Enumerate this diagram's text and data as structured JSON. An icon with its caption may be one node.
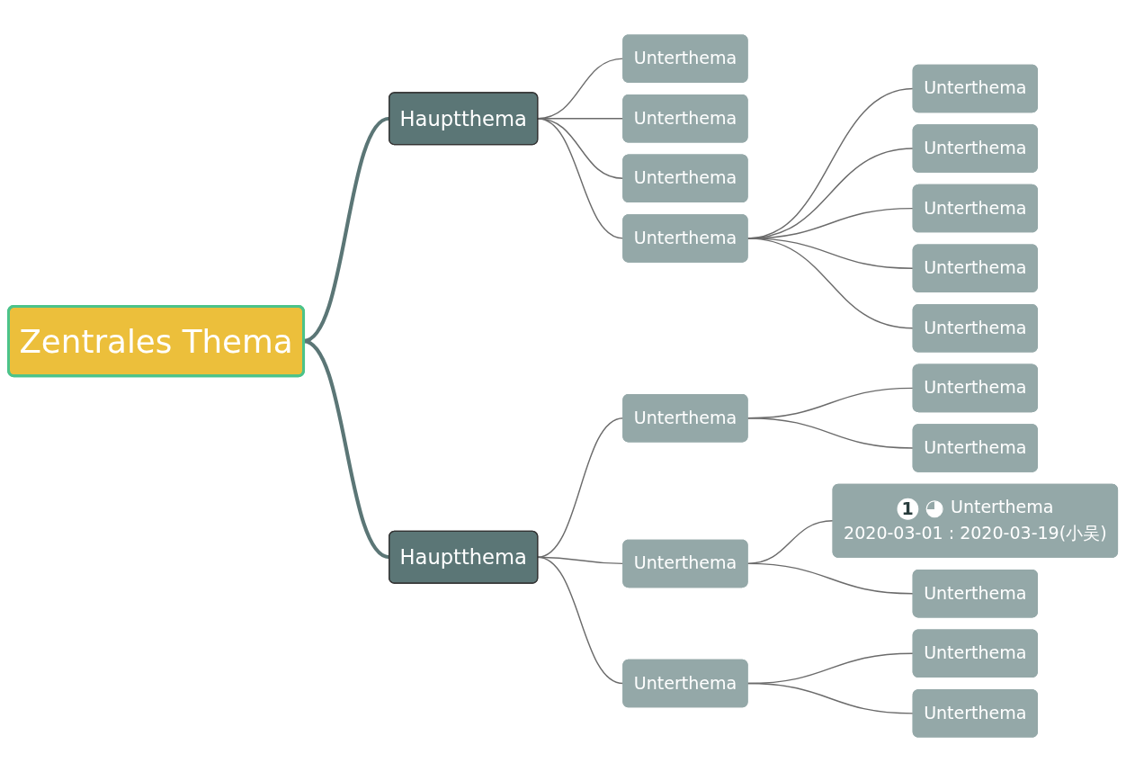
{
  "diagram": {
    "nodes": [
      {
        "text": [
          "Zentrales Thema"
        ]
      },
      {
        "text": [
          "Hauptthema"
        ]
      },
      {
        "text": [
          "Unterthema"
        ]
      },
      {
        "text": [
          "Unterthema"
        ]
      },
      {
        "text": [
          "Unterthema"
        ]
      },
      {
        "text": [
          "Unterthema"
        ]
      },
      {
        "text": [
          "Unterthema"
        ]
      },
      {
        "text": [
          "Unterthema"
        ]
      },
      {
        "text": [
          "Unterthema"
        ]
      },
      {
        "text": [
          "Unterthema"
        ]
      },
      {
        "text": [
          "Unterthema"
        ]
      },
      {
        "text": [
          "Hauptthema"
        ]
      },
      {
        "text": [
          "Unterthema"
        ]
      },
      {
        "text": [
          "Unterthema"
        ]
      },
      {
        "text": [
          "Unterthema"
        ]
      },
      {
        "text": [
          "Unterthema"
        ]
      },
      {
        "text": [
          "1",
          "Unterthema",
          "2020-03-01 : 2020-03-19(小吴)"
        ]
      },
      {
        "text": [
          "Unterthema"
        ]
      },
      {
        "text": [
          "Unterthema"
        ]
      },
      {
        "text": [
          "Unterthema"
        ]
      },
      {
        "text": [
          "Unterthema"
        ]
      }
    ],
    "edges": [
      {
        "from": 0,
        "to": 1,
        "arrow": "none",
        "style": "thick",
        "color": "#5b7676"
      },
      {
        "from": 0,
        "to": 11,
        "arrow": "none",
        "style": "thick",
        "color": "#5b7676"
      },
      {
        "from": 1,
        "to": 2,
        "arrow": "none"
      },
      {
        "from": 1,
        "to": 3,
        "arrow": "none"
      },
      {
        "from": 1,
        "to": 4,
        "arrow": "none"
      },
      {
        "from": 1,
        "to": 5,
        "arrow": "none"
      },
      {
        "from": 5,
        "to": 6,
        "arrow": "none"
      },
      {
        "from": 5,
        "to": 7,
        "arrow": "none"
      },
      {
        "from": 5,
        "to": 8,
        "arrow": "none"
      },
      {
        "from": 5,
        "to": 9,
        "arrow": "none"
      },
      {
        "from": 5,
        "to": 10,
        "arrow": "none"
      },
      {
        "from": 11,
        "to": 12,
        "arrow": "none"
      },
      {
        "from": 11,
        "to": 15,
        "arrow": "none"
      },
      {
        "from": 11,
        "to": 18,
        "arrow": "none"
      },
      {
        "from": 12,
        "to": 13,
        "arrow": "none"
      },
      {
        "from": 12,
        "to": 14,
        "arrow": "none"
      },
      {
        "from": 15,
        "to": 16,
        "arrow": "none"
      },
      {
        "from": 15,
        "to": 17,
        "arrow": "none"
      },
      {
        "from": 18,
        "to": 19,
        "arrow": "none"
      },
      {
        "from": 18,
        "to": 20,
        "arrow": "none"
      }
    ]
  }
}
